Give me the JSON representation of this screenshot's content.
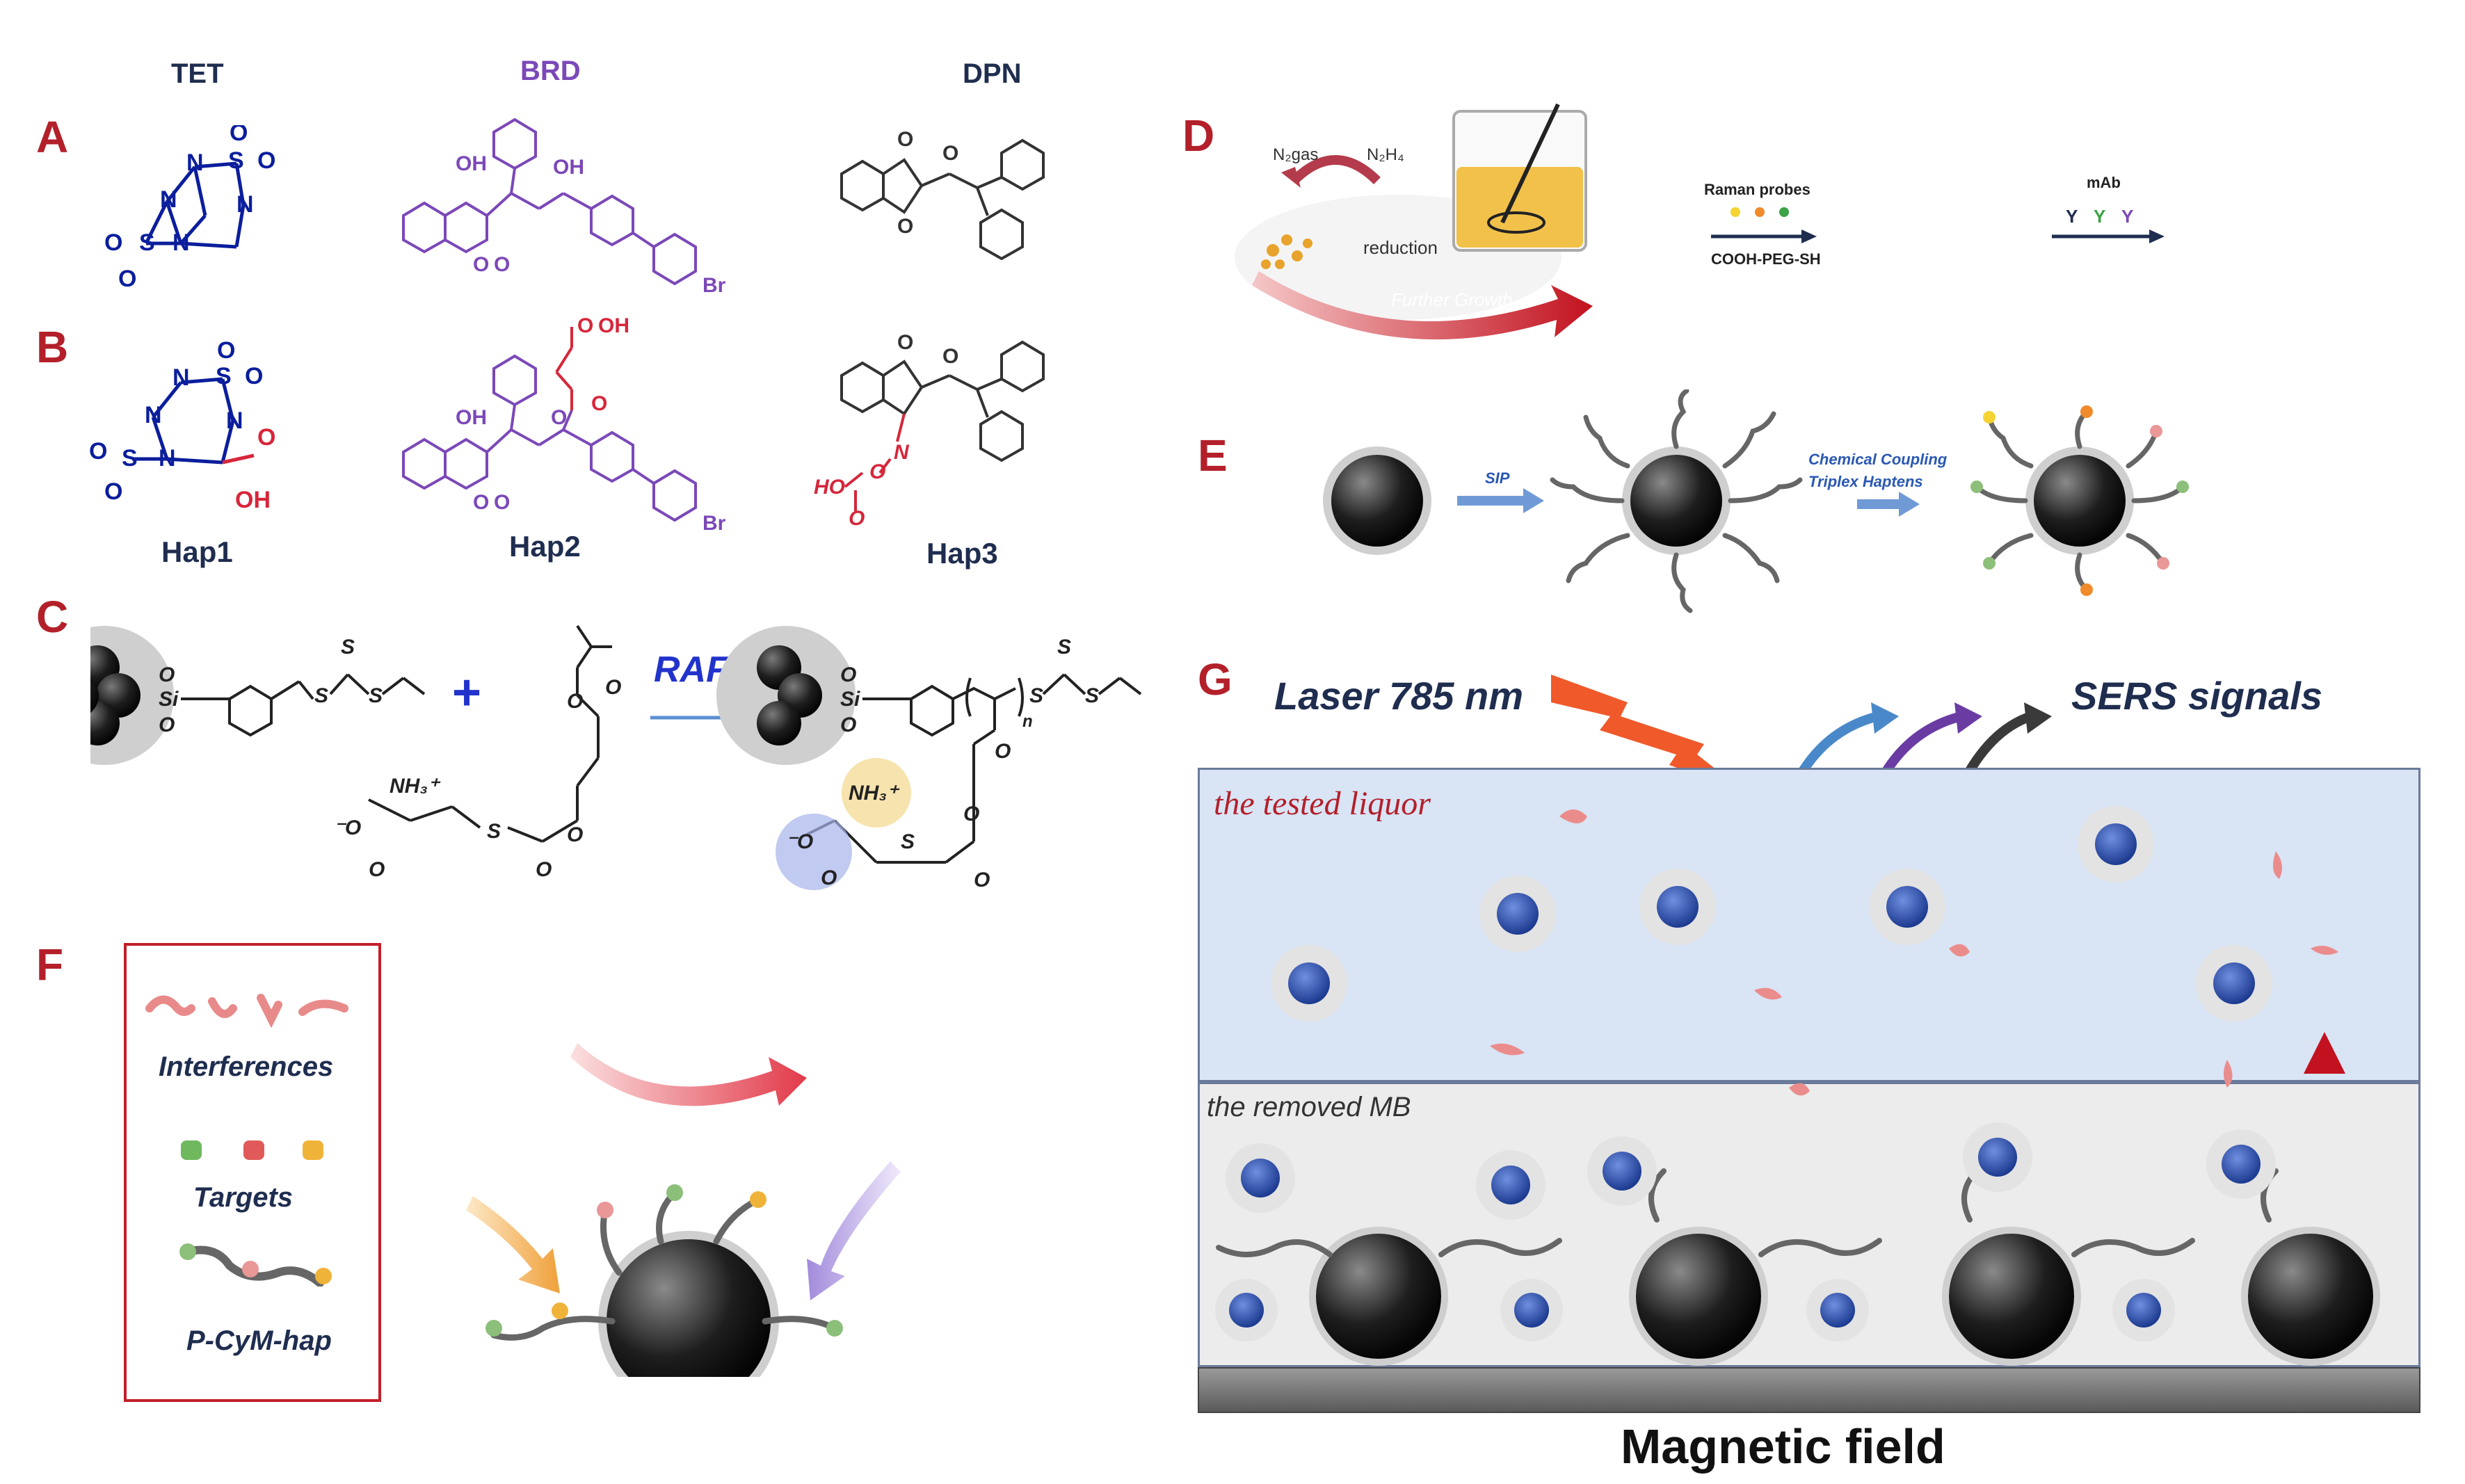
{
  "panels": {
    "A": "A",
    "B": "B",
    "C": "C",
    "D": "D",
    "E": "E",
    "F": "F",
    "G": "G"
  },
  "headers": {
    "tet": "TET",
    "brd": "BRD",
    "dpn": "DPN"
  },
  "haptens": {
    "hap1": "Hap1",
    "hap2": "Hap2",
    "hap3": "Hap3"
  },
  "chem_labels": {
    "n": "N",
    "s": "S",
    "o": "O",
    "oh": "OH",
    "br": "Br",
    "ho": "HO",
    "si": "Si",
    "plus": "+",
    "raft": "RAFT",
    "nh3": "NH₃⁺",
    "neg_o": "⁻O",
    "n_sub": "n"
  },
  "panel_d": {
    "n2_gas": "N₂gas",
    "n2h4": "N₂H₄",
    "reduction": "reduction",
    "further_growth": "Further Growth",
    "raman_probes": "Raman probes",
    "cooh_peg_sh": "COOH-PEG-SH",
    "mab": "mAb",
    "y": "Y"
  },
  "panel_e": {
    "sip": "SIP",
    "chem_coupling": "Chemical Coupling",
    "triplex_haptens": "Triplex Haptens"
  },
  "panel_f": {
    "interferences": "Interferences",
    "targets": "Targets",
    "p_cym_hap": "P-CyM-hap"
  },
  "panel_g": {
    "laser": "Laser 785 nm",
    "sers": "SERS signals",
    "tested_liquor": "the tested liquor",
    "removed_mb": "the removed MB",
    "magnetic_field": "Magnetic field"
  },
  "colors": {
    "panel_letter": "#b3202a",
    "navy": "#1f2d4f",
    "chem_blue": "#0b1e9c",
    "purple": "#7b48b8",
    "red": "#d6263a",
    "liquor_bg": "#d9e4f5",
    "mb_bg": "#ececec"
  }
}
